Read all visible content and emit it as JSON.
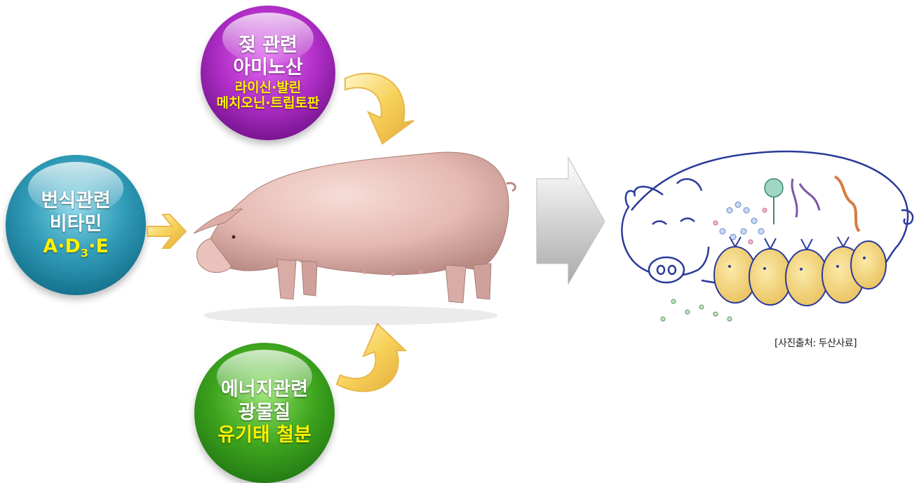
{
  "nutrients": {
    "milk": {
      "line1": "젖 관련",
      "line2": "아미노산",
      "line3": "라이신·발린",
      "line4": "메치오닌·트립토판",
      "color": "#b12fc8"
    },
    "breeding": {
      "line1": "번식관련",
      "line2": "비타민",
      "line3": "A·D3·E",
      "color": "#2f9ab6"
    },
    "energy": {
      "line1": "에너지관련",
      "line2": "광물질",
      "line3": "유기태 철분",
      "color": "#3ea51e"
    }
  },
  "credit": "[사진출처: 두산사료]",
  "colors": {
    "arrow_yellow": "#f7d25a",
    "arrow_gray": "#c8c8c8",
    "pig_pink": "#e9c6c0",
    "piglet_yellow": "#f2d27a",
    "outline_blue": "#2b3a9a"
  }
}
